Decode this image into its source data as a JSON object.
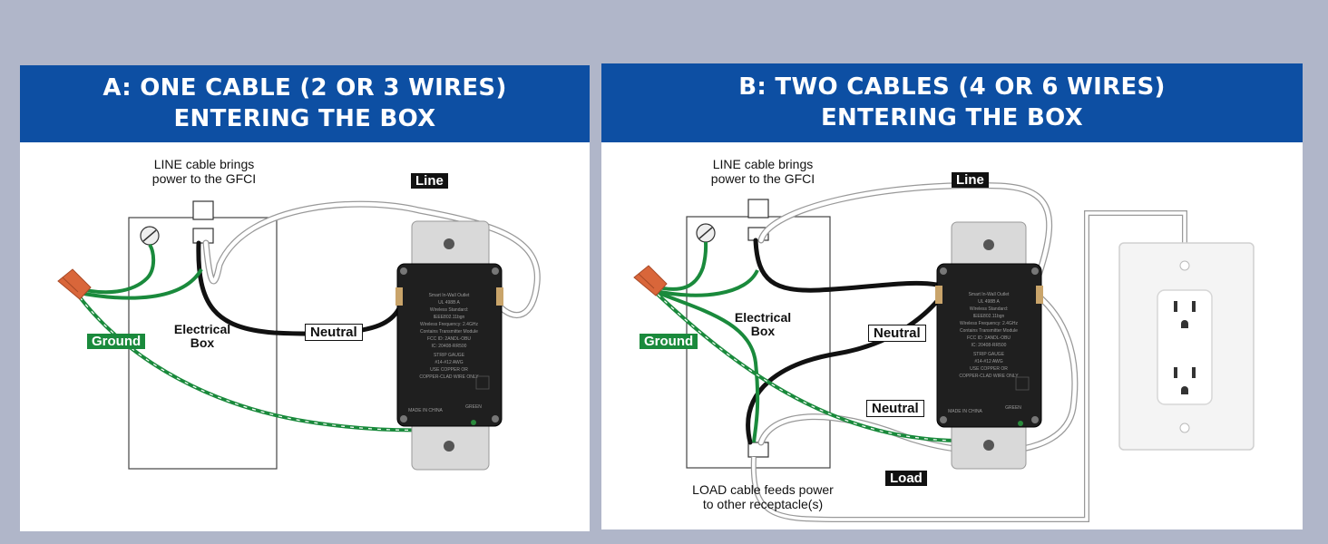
{
  "panel_a": {
    "title_line1": "A: ONE CABLE (2 OR 3 WIRES)",
    "title_line2": "ENTERING THE BOX",
    "line_note_1": "LINE cable brings",
    "line_note_2": "power to the GFCI",
    "tag_line": "Line",
    "tag_neutral": "Neutral",
    "tag_ground": "Ground",
    "box_label_1": "Electrical",
    "box_label_2": "Box"
  },
  "panel_b": {
    "title_line1": "B: TWO CABLES (4 OR 6 WIRES)",
    "title_line2": "ENTERING THE BOX",
    "line_note_1": "LINE cable brings",
    "line_note_2": "power to the GFCI",
    "tag_line": "Line",
    "tag_neutral_1": "Neutral",
    "tag_neutral_2": "Neutral",
    "tag_ground": "Ground",
    "tag_load": "Load",
    "box_label_1": "Electrical",
    "box_label_2": "Box",
    "load_note_1": "LOAD cable feeds power",
    "load_note_2": "to other receptacle(s)"
  },
  "device_text": {
    "line1": "Smart In-Wall Outlet",
    "line2": "UL 498B A",
    "line3": "Wireless Standard:",
    "line4": "IEEE802.11bgn",
    "line5": "Wireless Frequency: 2.4GHz",
    "line6": "Contains Transmitter Module",
    "line7": "FCC ID: 2ANDL-OBU",
    "line8": "IC: 20408-RR500",
    "line9": "STRIP GAUGE",
    "line10": "#14-#12 AWG",
    "line11": "USE COPPER OR",
    "line12": "COPPER-CLAD WIRE ONLY",
    "line13": "MADE IN CHINA",
    "line14": "GREEN"
  },
  "colors": {
    "header_blue": "#0d4fa3",
    "background": "#b0b6c9",
    "ground_green": "#1a8a3c",
    "wire_black": "#111111",
    "wire_white": "#ffffff",
    "wirenut_orange": "#d9663a"
  }
}
